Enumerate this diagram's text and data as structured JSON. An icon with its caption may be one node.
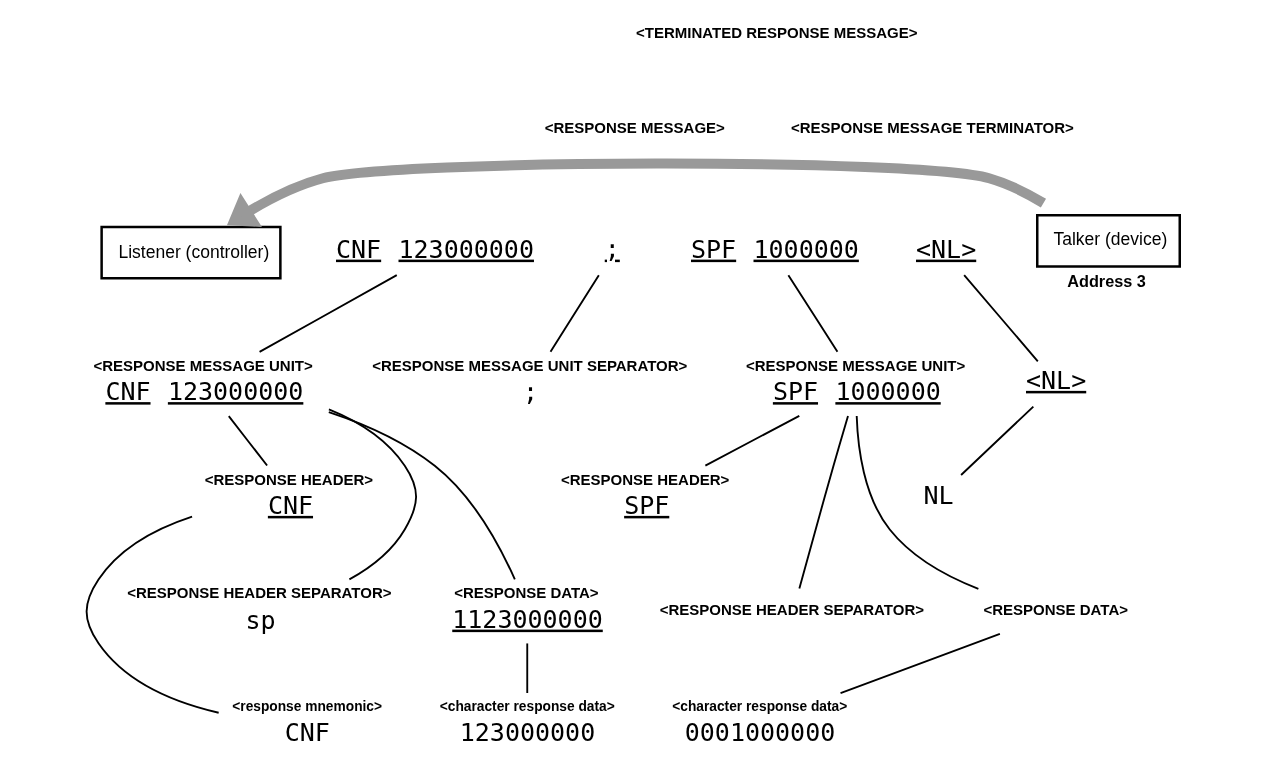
{
  "diagram": {
    "nodes": [
      {
        "text": [
          "Listener (controller)"
        ]
      },
      {
        "text": [
          "Talker (device)"
        ],
        "beside": [
          "Address 3"
        ]
      },
      {
        "text": [
          "CNF 123000000"
        ]
      },
      {
        "text": [
          ";"
        ]
      },
      {
        "text": [
          "SPF 1000000"
        ]
      },
      {
        "text": [
          "<NL>"
        ]
      },
      {
        "text": [
          "<RESPONSE MESSAGE UNIT>",
          "CNF 123000000"
        ]
      },
      {
        "text": [
          "<RESPONSE MESSAGE UNIT SEPARATOR>",
          ";"
        ]
      },
      {
        "text": [
          "<RESPONSE MESSAGE UNIT>",
          "SPF 1000000"
        ]
      },
      {
        "text": [
          "<NL>"
        ]
      },
      {
        "text": [
          "<RESPONSE HEADER>",
          "CNF"
        ]
      },
      {
        "text": [
          "<RESPONSE HEADER SEPARATOR>",
          "sp"
        ]
      },
      {
        "text": [
          "<RESPONSE DATA>",
          "1123000000"
        ]
      },
      {
        "text": [
          "<RESPONSE HEADER>",
          "SPF"
        ]
      },
      {
        "text": [
          "<RESPONSE HEADER SEPARATOR>"
        ]
      },
      {
        "text": [
          "<RESPONSE DATA>"
        ]
      },
      {
        "text": [
          "NL"
        ]
      },
      {
        "text": [
          "<response mnemonic>",
          "CNF"
        ]
      },
      {
        "text": [
          "<character response data>",
          "123000000"
        ]
      },
      {
        "text": [
          "<character response data>",
          "0001000000"
        ]
      }
    ],
    "edges": [
      {
        "from": 1,
        "to": 0,
        "arrow": "to",
        "style": "thick",
        "color": "#999999"
      },
      {
        "from": 2,
        "to": 6,
        "arrow": "none"
      },
      {
        "from": 3,
        "to": 7,
        "arrow": "none"
      },
      {
        "from": 4,
        "to": 8,
        "arrow": "none"
      },
      {
        "from": 5,
        "to": 9,
        "arrow": "none"
      },
      {
        "from": 6,
        "to": 10,
        "arrow": "none"
      },
      {
        "from": 6,
        "to": 11,
        "arrow": "none"
      },
      {
        "from": 6,
        "to": 12,
        "arrow": "none"
      },
      {
        "from": 8,
        "to": 13,
        "arrow": "none"
      },
      {
        "from": 8,
        "to": 14,
        "arrow": "none"
      },
      {
        "from": 8,
        "to": 15,
        "arrow": "none"
      },
      {
        "from": 9,
        "to": 16,
        "arrow": "none"
      },
      {
        "from": 10,
        "to": 17,
        "arrow": "none"
      },
      {
        "from": 12,
        "to": 18,
        "arrow": "none"
      },
      {
        "from": 15,
        "to": 19,
        "arrow": "none"
      }
    ],
    "labels": [
      "<TERMINATED RESPONSE MESSAGE>",
      "<RESPONSE MESSAGE>",
      "<RESPONSE MESSAGE TERMINATOR>"
    ]
  }
}
